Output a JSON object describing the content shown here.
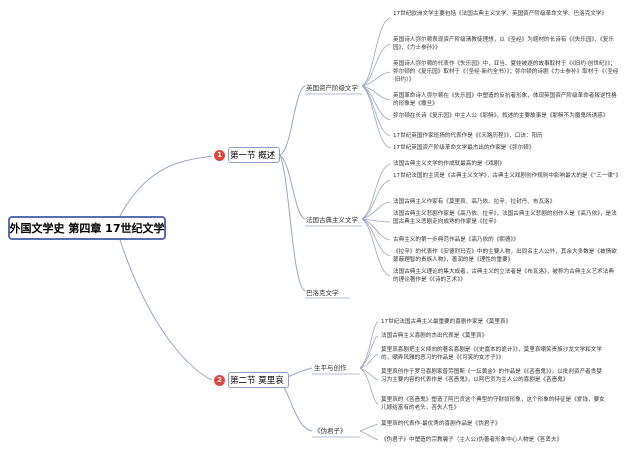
{
  "root": {
    "title": "外国文学史 第四章 17世纪文学"
  },
  "sections": [
    {
      "number": "1",
      "title": "第一节 概述",
      "subsections": [
        {
          "title": "英国资产阶级文学",
          "items": [
            "17世纪欧洲文学主要包括《法国古典主义文学、英国资产阶级革命文学、巴洛克文学》",
            "英国诗人弥尔顿表现资产阶级清教徒理想，以《圣经》为题材的长诗有《《失乐园》、《复乐园》、《力士参孙》》",
            "英国诗人弥尔顿的代表作《失乐园》中，亚当、夏娃被逐的故事取材于《《旧约·创世纪》》；弥尔顿的《复乐园》取材于《（圣经·新约全书）》；弥尔顿的诗剧《力士参孙》取材于《（圣经·旧约）》",
            "英国革命诗人弥尔顿在《失乐园》中塑造的反抗者形象，体现英国资产阶级革命者叛逆性格的形象是《撒旦》",
            "弥尔顿在长诗《复乐园》中主人公《耶稣》，叙述的主要故事是《耶稣不为魔鬼所诱惑》",
            "17世纪英国作家班扬的代表作是《《天路历程》》，口诀：阳历",
            "17世纪英国资产阶级革命文学最杰出的作家是《弥尔顿》"
          ]
        },
        {
          "title": "法国古典主义文学",
          "items": [
            "法国古典主义文学的作成就最高的是《戏剧》",
            "17世纪法国的主流是《古典主义文学》，古典主义戏剧创作规则中影响最大的是《“三一律”》",
            "法国古典主义作家有《莫里哀、高乃依、拉辛、拉封丹、布瓦洛》",
            "法国古典主义悲剧作家是《高乃依、拉辛》，法国古典主义悲剧的创作人是《高乃依》，是法国古典主义悲剧走向成熟的作家是《拉辛》",
            "古典主义的第一步典范作品是《高乃依的《熙德》》",
            "《拉辛》的代表作《安德烈玛克》中的主要人物，出同名主人公外，其余大多数是《被情欲蒙蔽理智的贵族人物》，善润的是《理性的重要》",
            "法国古典主义理论的集大成者，古典主义的立法者是《布瓦洛》，被称为古典主义艺术法典的理论著作是《《诗的艺术》》"
          ]
        },
        {
          "title": "巴洛克文学",
          "items": []
        }
      ]
    },
    {
      "number": "2",
      "title": "第二节 莫里哀",
      "subsections": [
        {
          "title": "生平与创作",
          "items": [
            "17世纪法国古典主义最重要的喜剧作家是《莫里哀》",
            "法国古典主义喜剧的杰出代表是《莫里哀》",
            "莫里哀喜剧把主义倾向的著名喜剧是《《史嘉本的诡计》》，莫里哀嘲笑贵族沙龙文学和文学的，嘲弄风雅的恶习的作品是《《可笑的女才子》》",
            "莫里哀创作于罗马喜剧家普劳图斯《一坛黄金》的作品是《《吝啬鬼》》，以批判资产者贪婪习为主要内容的代表作是《吝啬鬼》，以阿巴贡为主人公的喜剧是《吝啬鬼》",
            "莫里哀的《吝啬鬼》塑造了阿巴贡这个典型的守财奴形象，这个形象的特征是《爱钱，要女儿嫁给富有的老头，吝失人性》"
          ]
        },
        {
          "title": "《伪君子》",
          "items": [
            "莫里哀的代表作-最优秀的喜剧作品是《伪君子》",
            "《伪君子》中塑造的宗教骗子（主人公)伪善者形象中心人物是《答丢夫》"
          ]
        }
      ]
    }
  ]
}
